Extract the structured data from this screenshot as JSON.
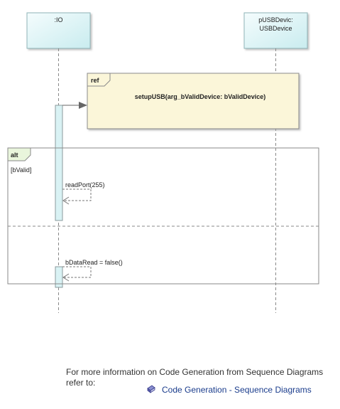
{
  "lifelines": [
    {
      "id": "io",
      "line1": ":IO",
      "line2": ""
    },
    {
      "id": "usb",
      "line1": "pUSBDevic:",
      "line2": "USBDevice"
    }
  ],
  "ref_fragment": {
    "tag": "ref",
    "text": "setupUSB(arg_bValidDevice: bValidDevice)"
  },
  "alt_fragment": {
    "tag": "alt",
    "guard": "[bValid]"
  },
  "messages": [
    {
      "id": "readport",
      "label": "readPort(255)"
    },
    {
      "id": "bdataread",
      "label": "bDataRead = false()"
    }
  ],
  "footer": {
    "info_text": "For more information on Code Generation from Sequence Diagrams refer to:",
    "link_text": "Code Generation - Sequence Diagrams",
    "link_icon": "book-icon"
  },
  "colors": {
    "lifeline_fill": "#d9f2f4",
    "ref_fill": "#fbf6d9",
    "border": "#8a8a8a"
  }
}
